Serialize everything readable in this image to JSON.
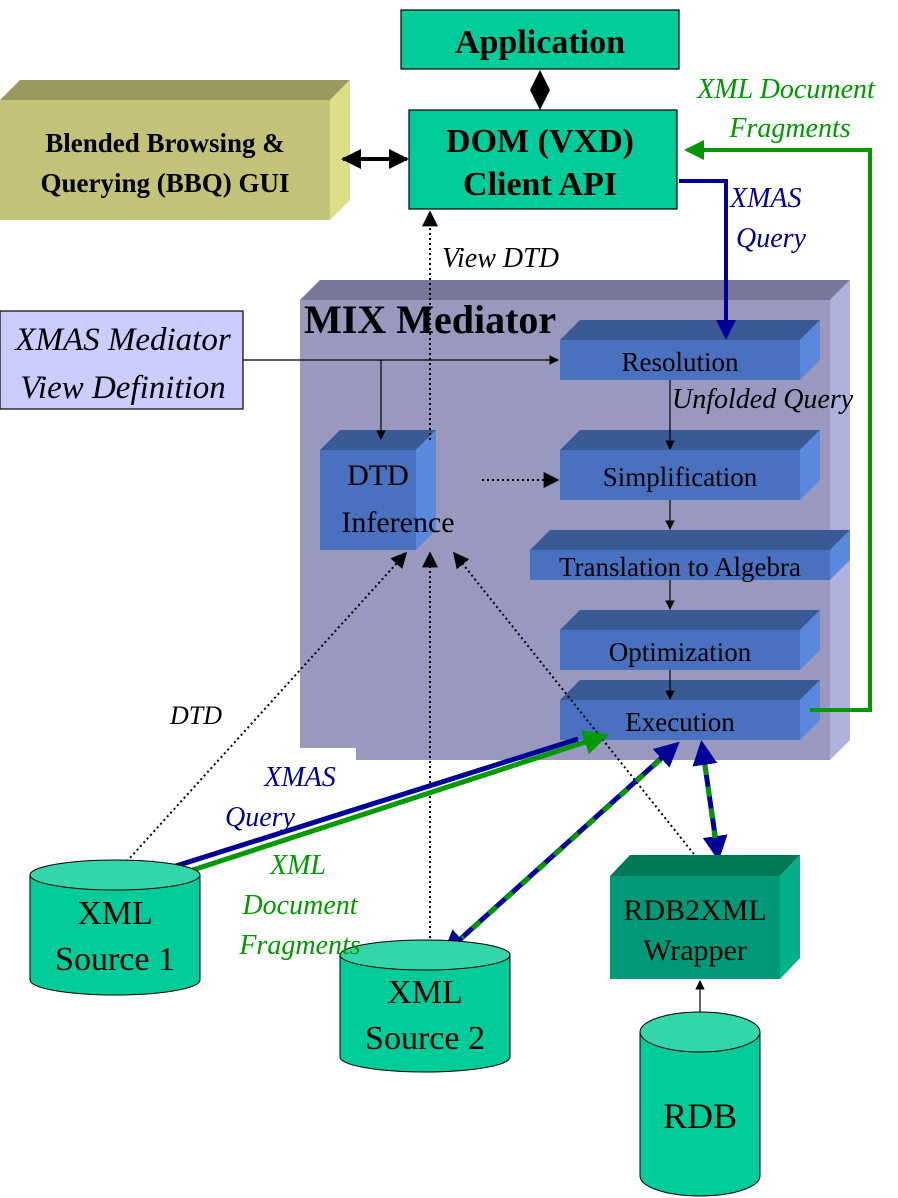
{
  "colors": {
    "teal": "#00cc99",
    "teal_light": "#33d6aa",
    "teal_dark": "#009977",
    "teal_darker": "#007755",
    "olive_front": "#c2c278",
    "olive_top": "#999960",
    "olive_side": "#dede88",
    "mediator_front": "#9999c0",
    "mediator_top": "#777799",
    "mediator_side": "#b0b0dd",
    "module_front": "#4a70c0",
    "module_top": "#3a5a96",
    "module_side": "#5a88dd",
    "viewdef_fill": "#ccccff",
    "query_blue": "#000099",
    "fragment_green": "#009900"
  },
  "nodes": {
    "application": "Application",
    "dom_client_api": [
      "DOM (VXD)",
      "Client API"
    ],
    "bbq_gui": [
      "Blended Browsing &",
      "Querying (BBQ) GUI"
    ],
    "view_definition": [
      "XMAS Mediator",
      "View Definition"
    ],
    "mediator_title": "MIX Mediator",
    "dtd_inference": [
      "DTD",
      "Inference"
    ],
    "resolution": "Resolution",
    "simplification": "Simplification",
    "translation": "Translation to Algebra",
    "optimization": "Optimization",
    "execution": "Execution",
    "xml_source_1": [
      "XML",
      "Source 1"
    ],
    "xml_source_2": [
      "XML",
      "Source 2"
    ],
    "rdb2xml_wrapper": [
      "RDB2XML",
      "Wrapper"
    ],
    "rdb": "RDB"
  },
  "labels": {
    "xml_doc_fragments_top": [
      "XML Document",
      "Fragments"
    ],
    "xmas_query_top": [
      "XMAS",
      "Query"
    ],
    "view_dtd": "View DTD",
    "unfolded_query": "Unfolded Query",
    "dtd": "DTD",
    "xmas_query_bottom": [
      "XMAS",
      "Query"
    ],
    "xml_doc_fragments_bottom": [
      "XML",
      "Document",
      "Fragments"
    ]
  }
}
